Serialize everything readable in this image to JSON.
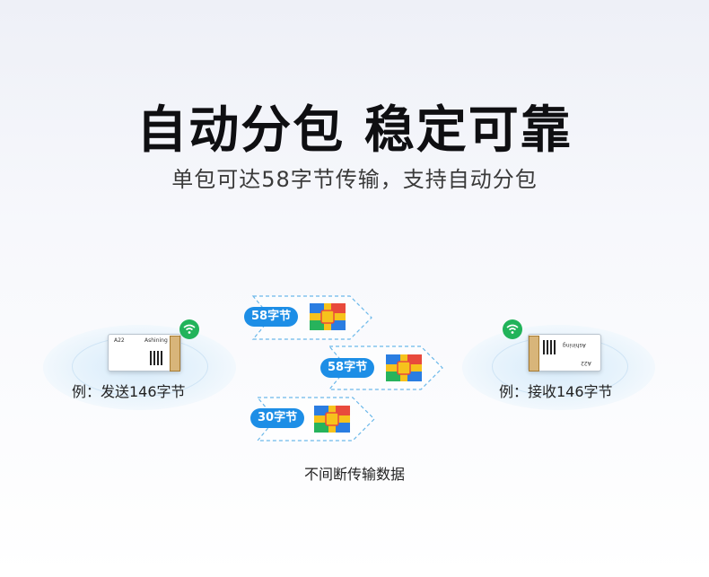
{
  "header": {
    "title": "自动分包 稳定可靠",
    "subtitle": "单包可达58字节传输，支持自动分包"
  },
  "sender": {
    "caption": "例：发送146字节",
    "module_label": "A22",
    "brand": "Ashining"
  },
  "receiver": {
    "caption": "例：接收146字节",
    "module_label": "A22",
    "brand": "Ashining"
  },
  "packets": [
    {
      "label": "58字节"
    },
    {
      "label": "58字节"
    },
    {
      "label": "30字节"
    }
  ],
  "footer": {
    "text": "不间断传输数据"
  },
  "colors": {
    "accent": "#1d8ee6",
    "wifi": "#21b35a",
    "packet_blue": "#2a7de1",
    "packet_green": "#27b35c",
    "packet_red": "#e84a3c",
    "packet_yellow": "#f6c21c"
  },
  "icons": [
    "wifi-icon",
    "packet-icon"
  ]
}
